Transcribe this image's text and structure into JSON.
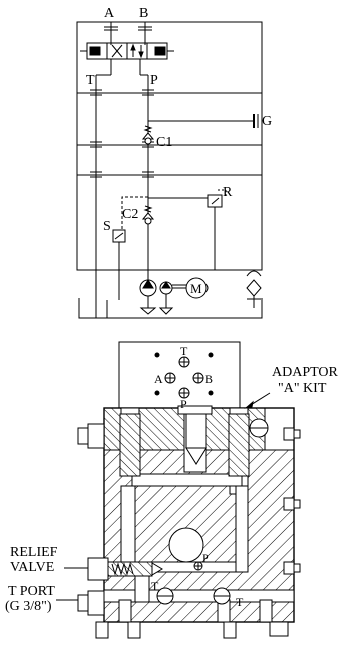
{
  "schematic": {
    "port_a": "A",
    "port_b": "B",
    "port_t": "T",
    "port_p": "P",
    "gauge_port": "G",
    "check_valve_1": "C1",
    "check_valve_2": "C2",
    "relief_valve_r": "R",
    "sequence_valve_s": "S",
    "motor_symbol": "M"
  },
  "section": {
    "adaptor_line1": "ADAPTOR",
    "adaptor_line2": "\"A\" KIT",
    "plate_t": "T",
    "plate_a": "A",
    "plate_b": "B",
    "plate_p": "P",
    "relief_line1": "RELIEF",
    "relief_line2": "VALVE",
    "tport_line1": "T PORT",
    "tport_line2": "(G 3/8\")",
    "inner_p": "P",
    "inner_t1": "T",
    "inner_t2": "T"
  }
}
